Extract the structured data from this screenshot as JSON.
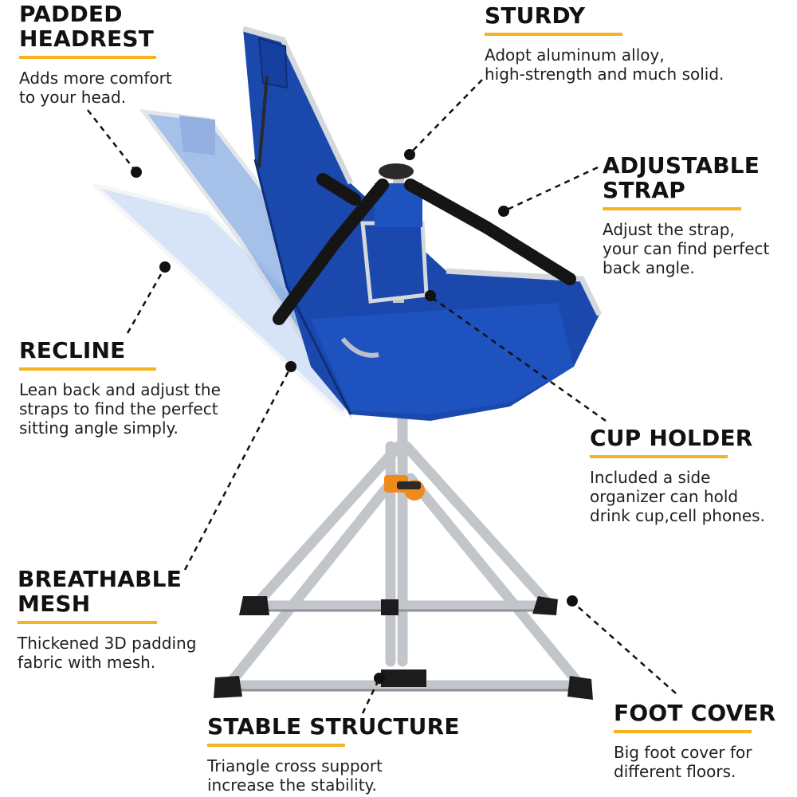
{
  "colors": {
    "accent_bar": "#f5b322",
    "chair_fabric": "#1846a8",
    "frame": "#c9ccd0",
    "strap": "#151515",
    "clip": "#f08a1c"
  },
  "features": {
    "padded_headrest": {
      "title": "PADDED\nHEADREST",
      "desc": "Adds more comfort\nto your head."
    },
    "sturdy": {
      "title": "STURDY",
      "desc": "Adopt  aluminum alloy,\nhigh-strength and much solid."
    },
    "adjustable_strap": {
      "title": "ADJUSTABLE\nSTRAP",
      "desc": "Adjust the strap,\nyour can find perfect\nback angle."
    },
    "recline": {
      "title": "RECLINE",
      "desc": "Lean back and adjust the\nstraps to find the perfect\nsitting angle simply."
    },
    "cup_holder": {
      "title": "CUP HOLDER",
      "desc": "Included a side\norganizer can hold\ndrink cup,cell phones."
    },
    "breathable_mesh": {
      "title": "BREATHABLE\nMESH",
      "desc": "Thickened 3D padding\nfabric with mesh."
    },
    "stable_structure": {
      "title": "STABLE STRUCTURE",
      "desc": "Triangle cross support\nincrease the stability."
    },
    "foot_cover": {
      "title": "FOOT COVER",
      "desc": "Big foot cover for\ndifferent floors."
    }
  }
}
